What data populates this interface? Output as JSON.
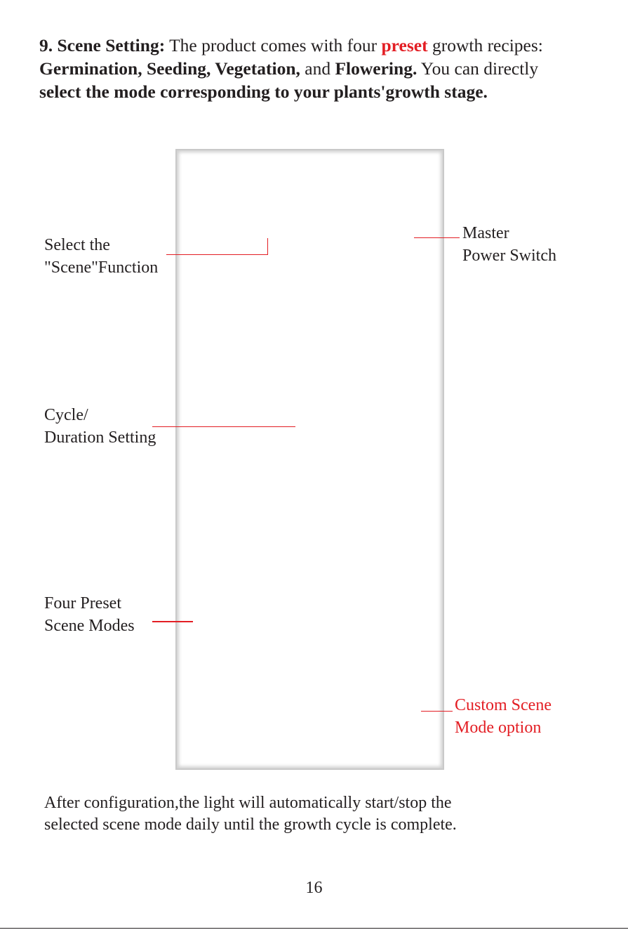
{
  "intro": {
    "heading": "9. Scene Setting:",
    "text_1": " The product comes with four ",
    "preset_word": "preset",
    "text_2": " growth recipes: ",
    "modes_bold": "Germination, Seeding, Vegetation,",
    "text_3": " and ",
    "flowering_bold": "Flowering.",
    "text_4": " You can directly ",
    "select_bold": "select the mode corresponding to your plants'growth stage."
  },
  "callouts": {
    "scene_function": {
      "line1": "Select the",
      "line2": "\"Scene\"Function"
    },
    "master_power": {
      "line1": "Master",
      "line2": "Power Switch"
    },
    "cycle_duration": {
      "line1": "Cycle/",
      "line2": "Duration Setting"
    },
    "preset_modes": {
      "line1": "Four Preset",
      "line2": "Scene Modes"
    },
    "custom_mode": {
      "line1": "Custom Scene",
      "line2": "Mode option"
    }
  },
  "footer": {
    "line1": "After configuration,the light will automatically start/stop the",
    "line2": "selected scene mode daily until the growth cycle is complete."
  },
  "page_number": "16",
  "colors": {
    "accent_red": "#e31e24",
    "text": "#231f20",
    "frame_gray": "#c9c9c9"
  }
}
